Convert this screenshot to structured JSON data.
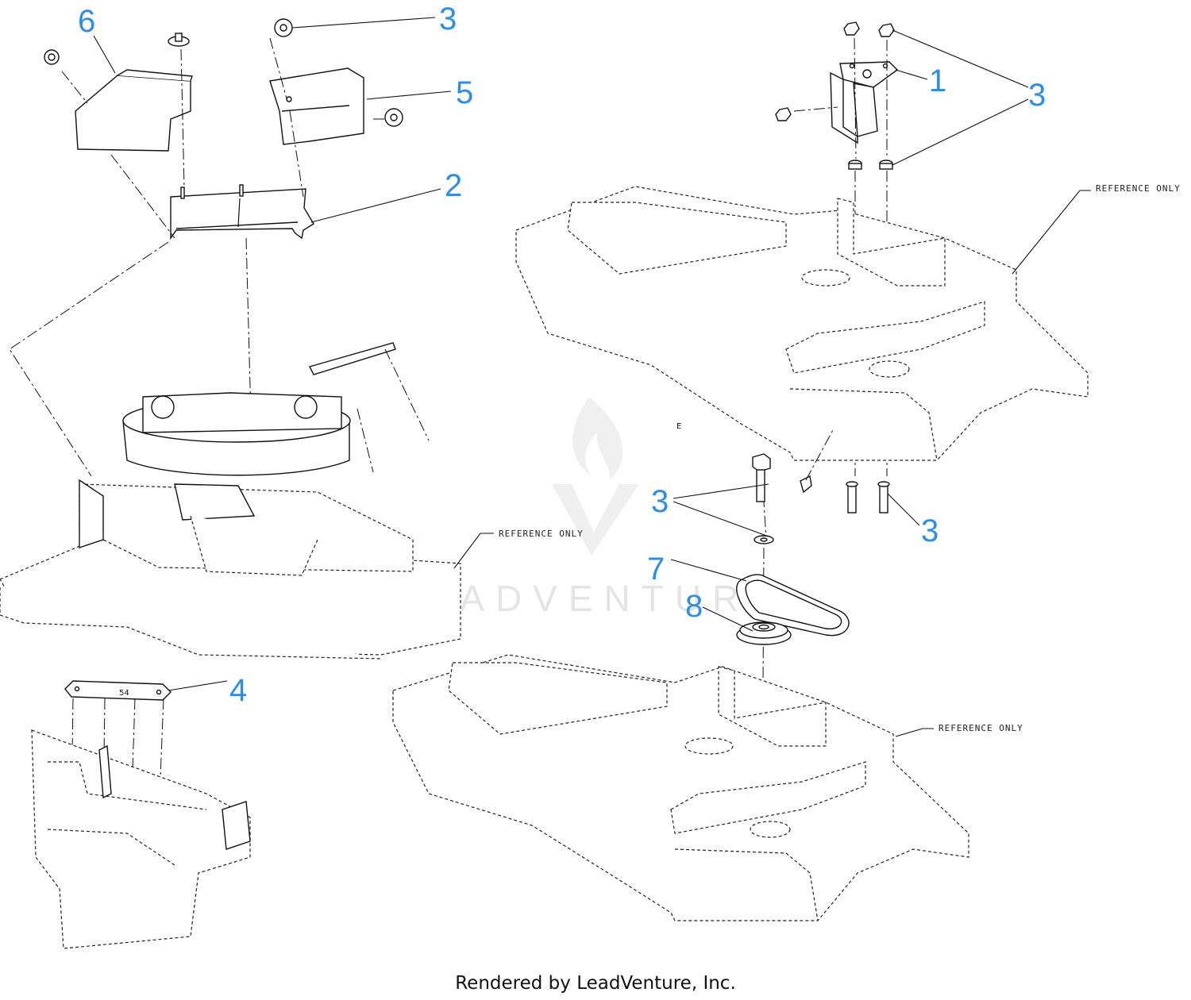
{
  "footer": {
    "text": "Rendered by LeadVenture, Inc."
  },
  "watermark": {
    "text": "LEADVENTURE"
  },
  "reference_note": "REFERENCE ONLY",
  "deck_mark": "E",
  "callouts": {
    "c1": "1",
    "c2": "2",
    "c3a": "3",
    "c3b": "3",
    "c3c": "3",
    "c3d": "3",
    "c4": "4",
    "c5": "5",
    "c6": "6",
    "c7": "7",
    "c8": "8"
  },
  "colors": {
    "callout": "#2f8de4",
    "line": "#111111",
    "watermark": "#d9d9d9"
  }
}
